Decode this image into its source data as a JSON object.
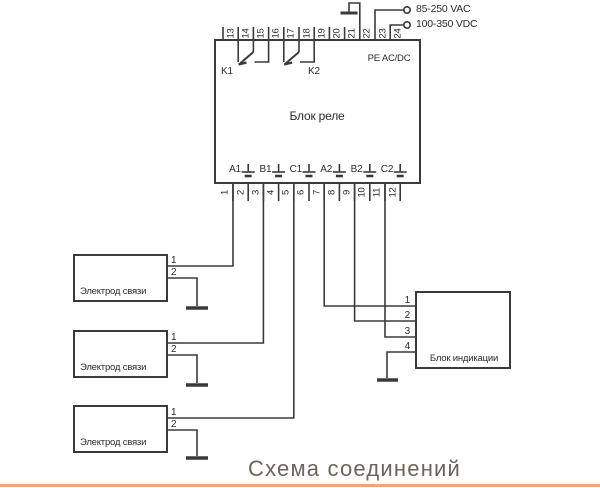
{
  "diagram": {
    "title": "Схема соединений",
    "relay_block": {
      "label": "Блок реле",
      "pe_label": "PE AC/DC",
      "k1_label": "K1",
      "k2_label": "K2",
      "top_terminals": [
        "13",
        "14",
        "15",
        "16",
        "17",
        "18",
        "19",
        "20",
        "21",
        "22",
        "23",
        "24"
      ],
      "bottom_terminals": [
        "1",
        "2",
        "3",
        "4",
        "5",
        "6",
        "7",
        "8",
        "9",
        "10",
        "11",
        "12"
      ],
      "output_labels": [
        "A1",
        "B1",
        "C1",
        "A2",
        "B2",
        "C2"
      ]
    },
    "power": {
      "vac_label": "85-250 VAC",
      "vdc_label": "100-350 VDC"
    },
    "electrodes": [
      {
        "label": "Электрод связи",
        "pins": [
          "1",
          "2"
        ]
      },
      {
        "label": "Электрод связи",
        "pins": [
          "1",
          "2"
        ]
      },
      {
        "label": "Электрод связи",
        "pins": [
          "1",
          "2"
        ]
      }
    ],
    "indication_block": {
      "label": "Блок индикации",
      "pins": [
        "1",
        "2",
        "3",
        "4"
      ]
    },
    "colors": {
      "line": "#3a3a3a",
      "accent_rule": "#f0a384",
      "title_text": "#6e6459"
    }
  }
}
